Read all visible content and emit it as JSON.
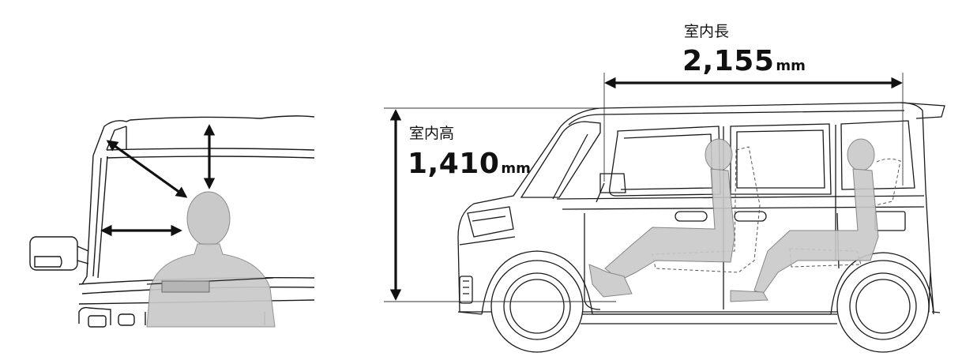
{
  "interior_length": {
    "label": "室内長",
    "value": "2,155",
    "unit": "mm"
  },
  "interior_height": {
    "label": "室内高",
    "value": "1,410",
    "unit": "mm"
  },
  "colors": {
    "line": "#1a1a1a",
    "figure": "#c9c9c9",
    "arrow": "#111111"
  },
  "icons": [
    "front-view-illustration",
    "side-view-illustration",
    "seated-person-silhouette",
    "dimension-arrow"
  ]
}
